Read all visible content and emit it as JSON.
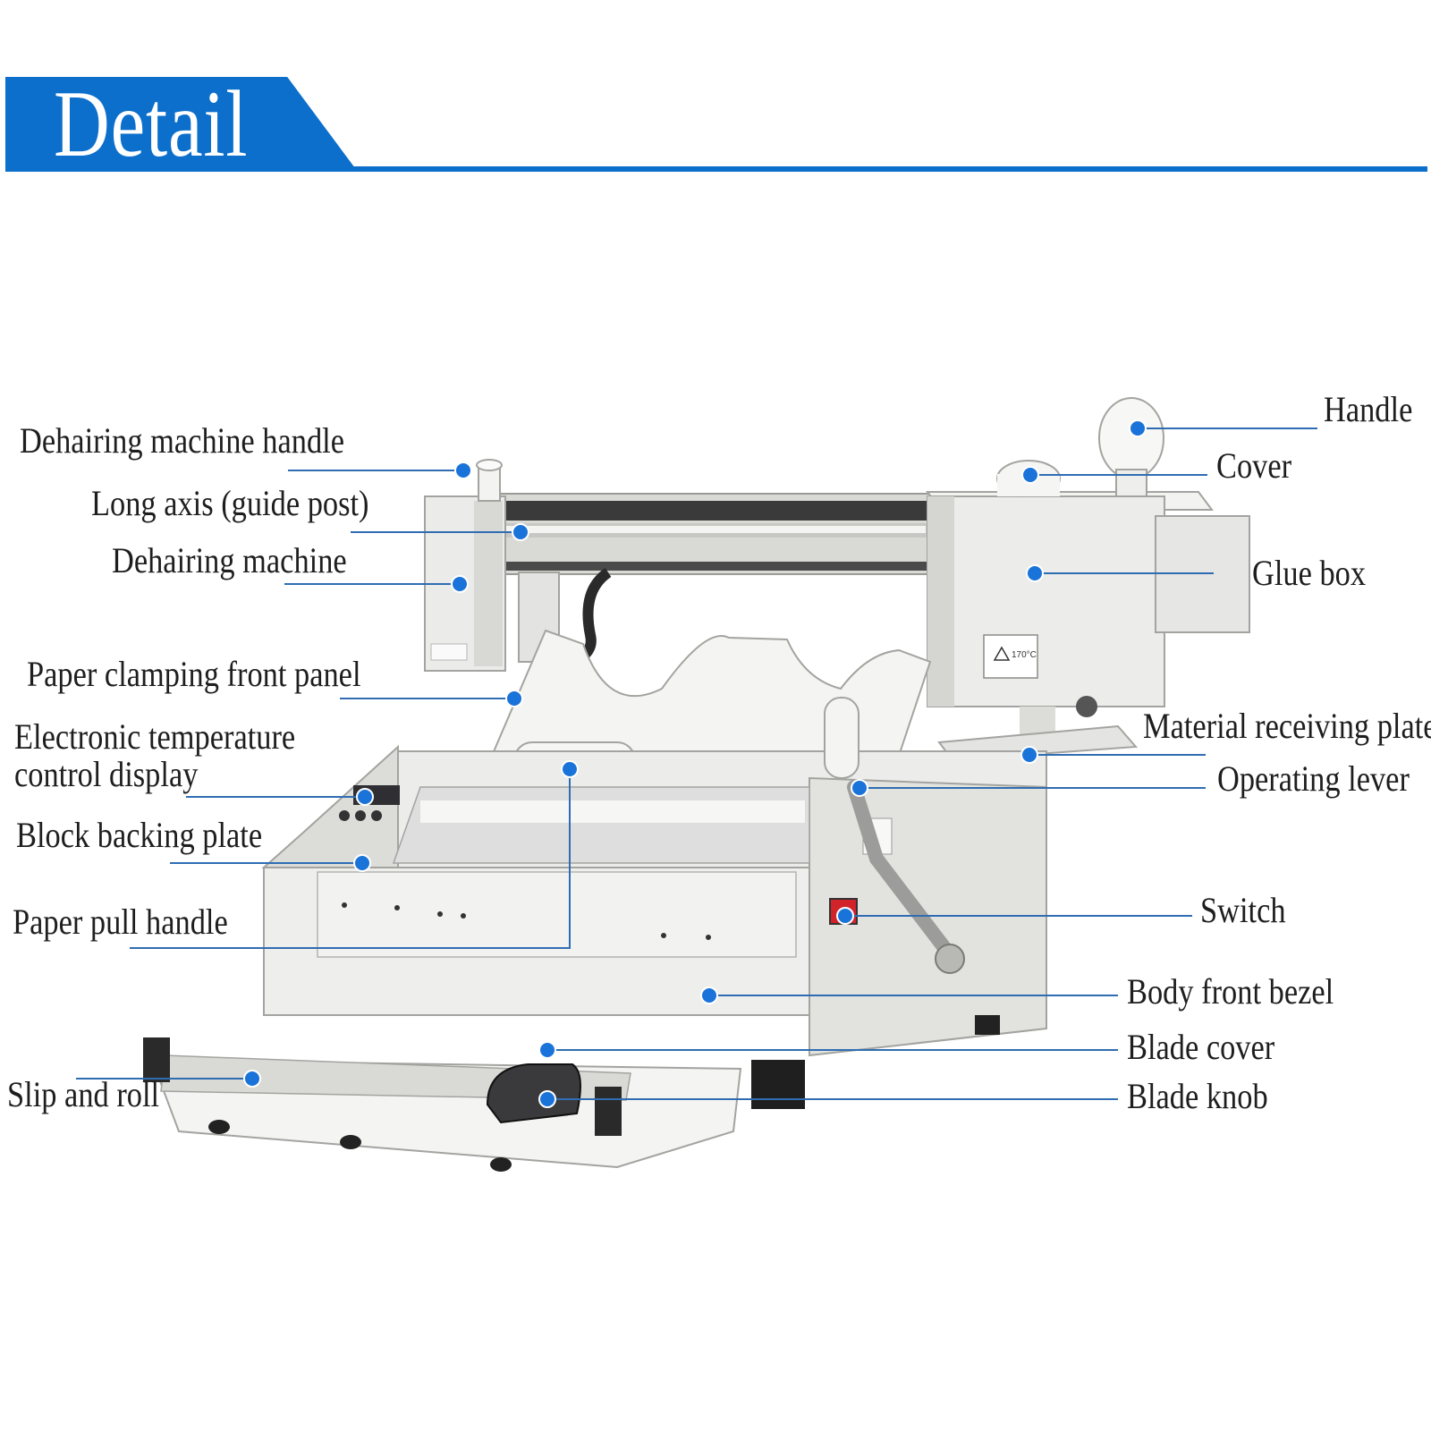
{
  "header": {
    "title": "Detail"
  },
  "colors": {
    "accent": "#0b6fcb",
    "machine_body": "#e9e9e7",
    "machine_shadow": "#c9c9c6",
    "switch_red": "#d2232a"
  },
  "labels": {
    "dehairing_machine_handle": "Dehairing machine handle",
    "long_axis": "Long axis (guide post)",
    "dehairing_machine": "Dehairing machine",
    "paper_clamping_front_panel": "Paper clamping front panel",
    "electronic_temperature_control_display": "Electronic temperature\ncontrol display",
    "block_backing_plate": "Block backing plate",
    "paper_pull_handle": "Paper pull handle",
    "slip_and_roll": "Slip and roll",
    "handle": "Handle",
    "cover": "Cover",
    "glue_box": "Glue box",
    "material_receiving_plate": "Material receiving plate",
    "operating_lever": "Operating lever",
    "switch": "Switch",
    "body_front_bezel": "Body front bezel",
    "blade_cover": "Blade cover",
    "blade_knob": "Blade knob"
  },
  "machine": {
    "warning_label": "170°C"
  }
}
